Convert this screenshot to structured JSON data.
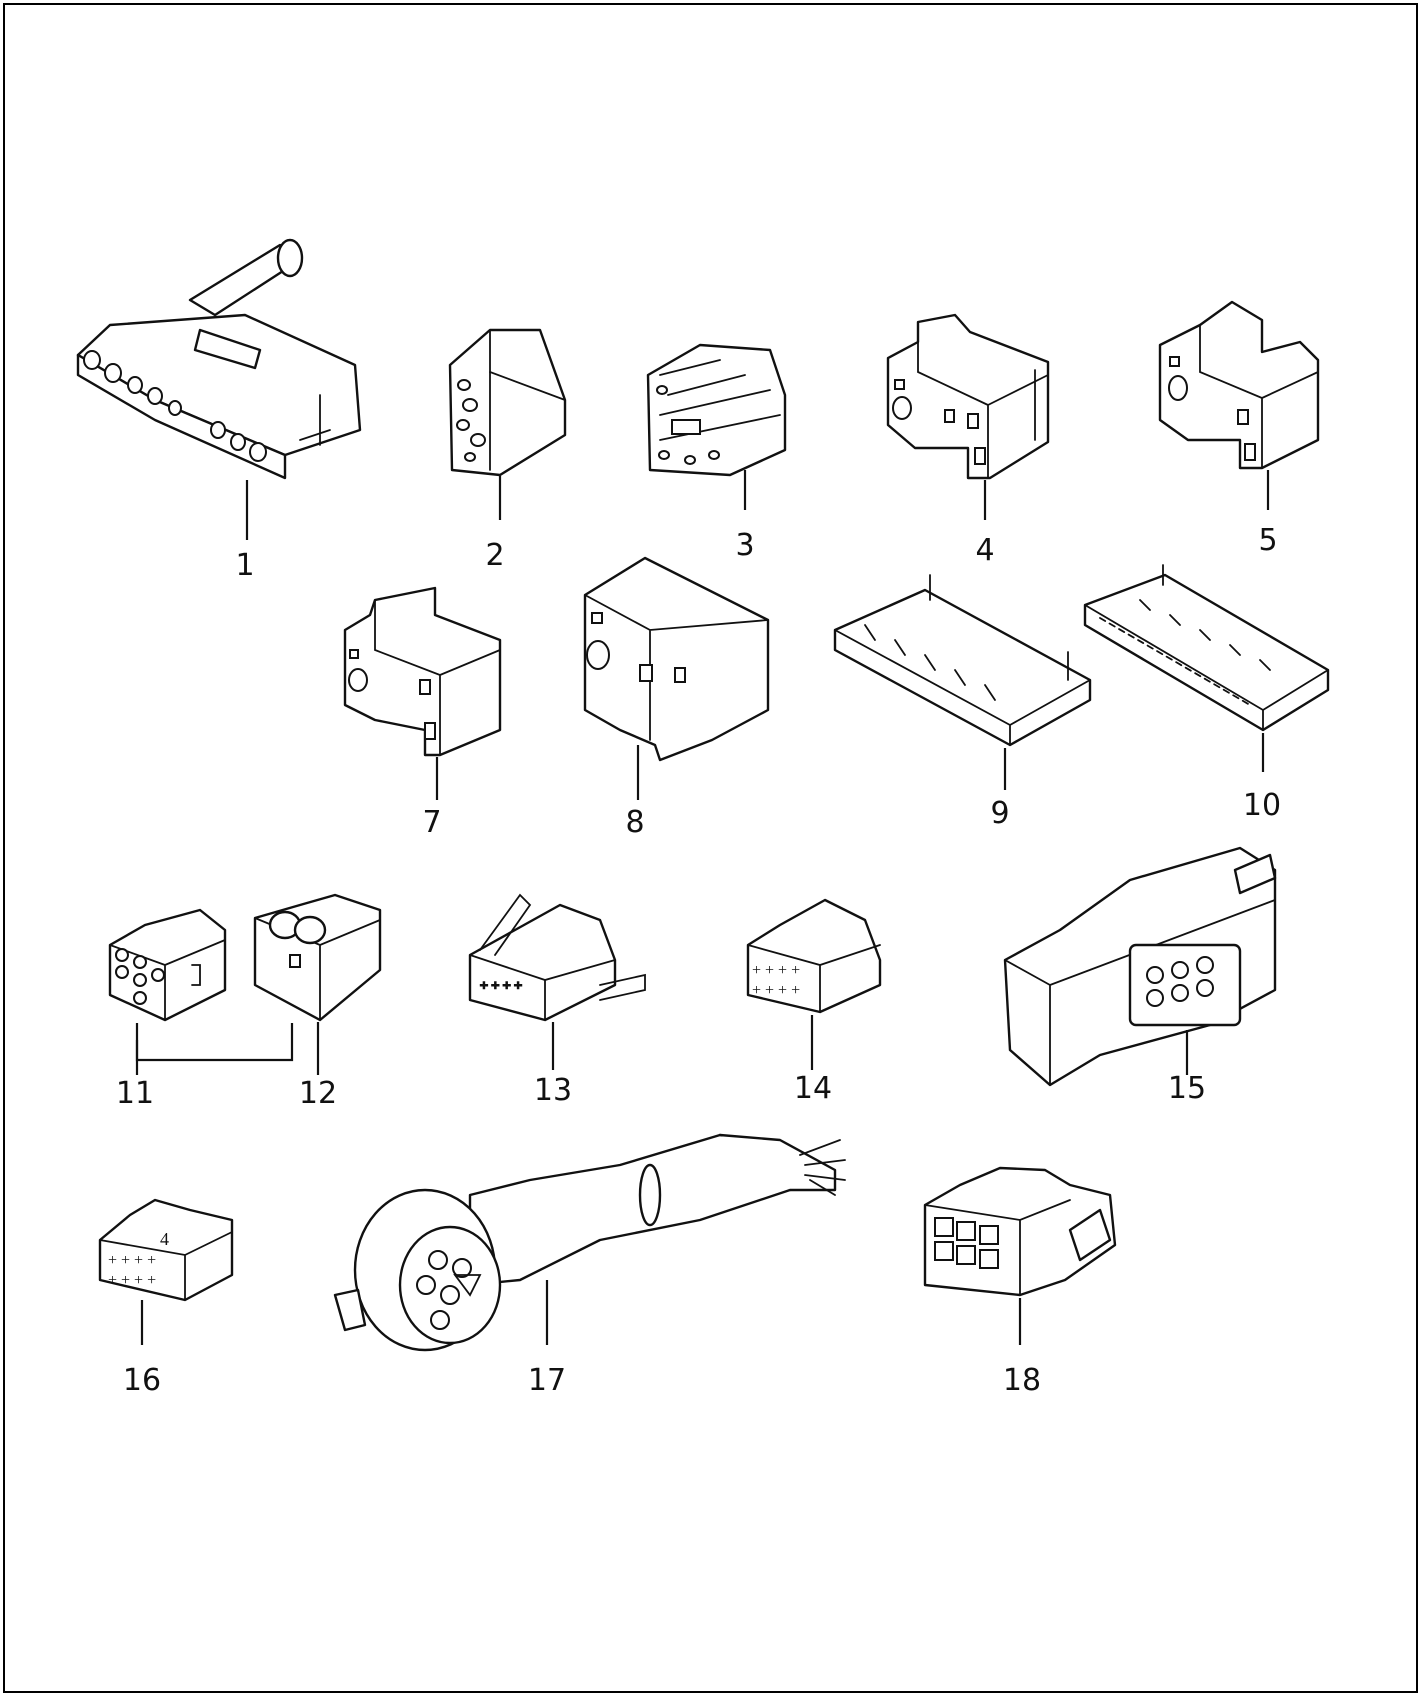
{
  "callouts": {
    "c1": "1",
    "c2": "2",
    "c3": "3",
    "c4": "4",
    "c5": "5",
    "c7": "7",
    "c8": "8",
    "c9": "9",
    "c10": "10",
    "c11": "11",
    "c12": "12",
    "c13": "13",
    "c14": "14",
    "c15": "15",
    "c16": "16",
    "c17": "17",
    "c18": "18"
  }
}
